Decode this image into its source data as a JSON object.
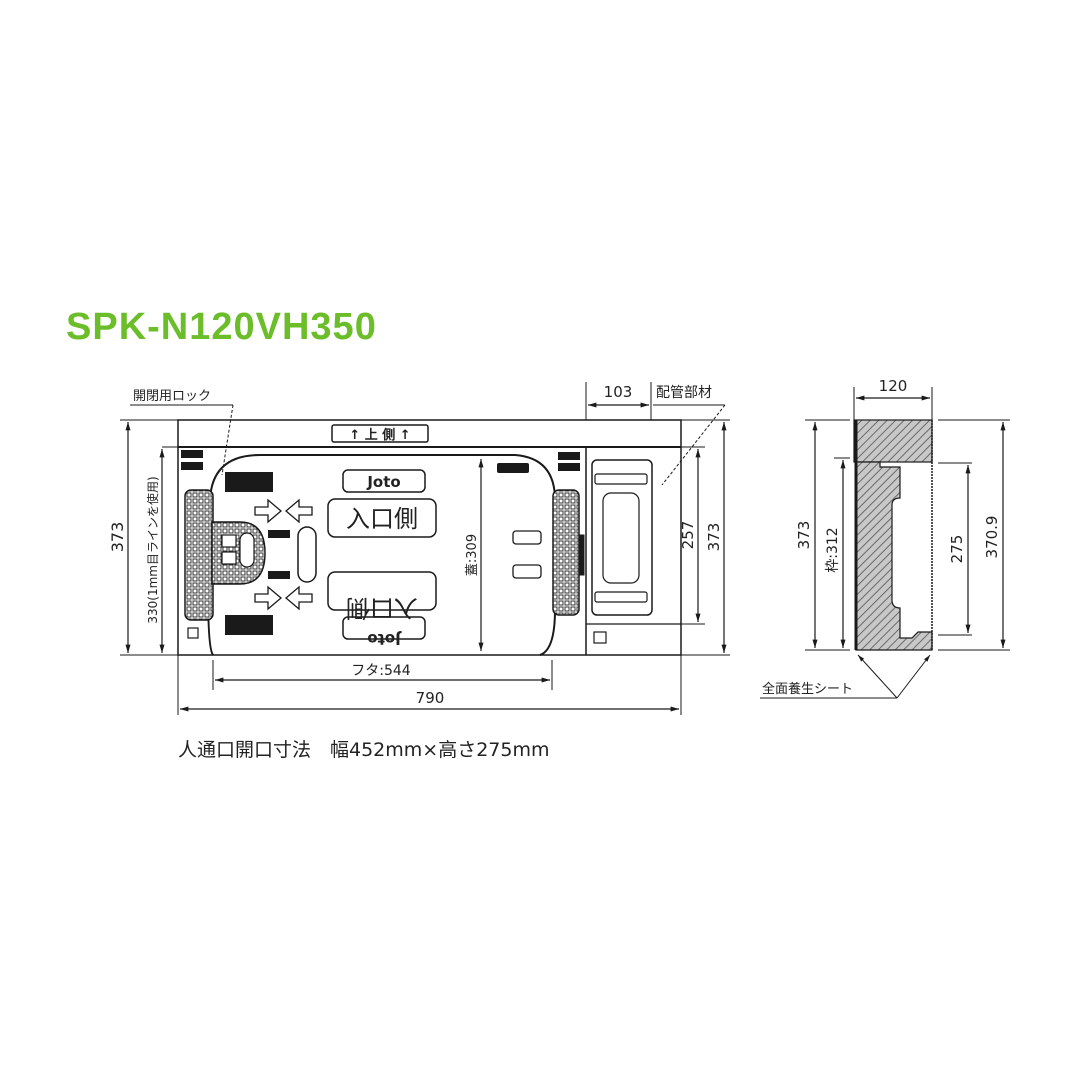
{
  "title": "SPK-N120VH350",
  "caption": "人通口開口寸法　幅452mm×高さ275mm",
  "colors": {
    "title_green": "#6cbd2a",
    "line": "#1a1a1a",
    "hatch": "#9a9a9a"
  },
  "front_view": {
    "labels": {
      "lock": "開閉用ロック",
      "piping": "配管部材",
      "top_side": "↑ 上 側 ↑",
      "brand_top": "Joto",
      "brand_bottom": "Joto",
      "entry_side": "入口側",
      "entry_side_inverted": "入口側"
    },
    "dimensions": {
      "width_total": "790",
      "lid_width": "フタ:544",
      "lid_height": "蓋:309",
      "height_left": "373",
      "height_line": "330(1mm目ラインを使用)",
      "height_right": "373",
      "piping_height": "257",
      "piping_width": "103"
    }
  },
  "side_view": {
    "dimensions": {
      "depth": "120",
      "height_left": "373",
      "frame_height": "枠:312",
      "opening_height": "275",
      "height_right": "370.9"
    },
    "labels": {
      "protective_sheet": "全面養生シート"
    }
  }
}
